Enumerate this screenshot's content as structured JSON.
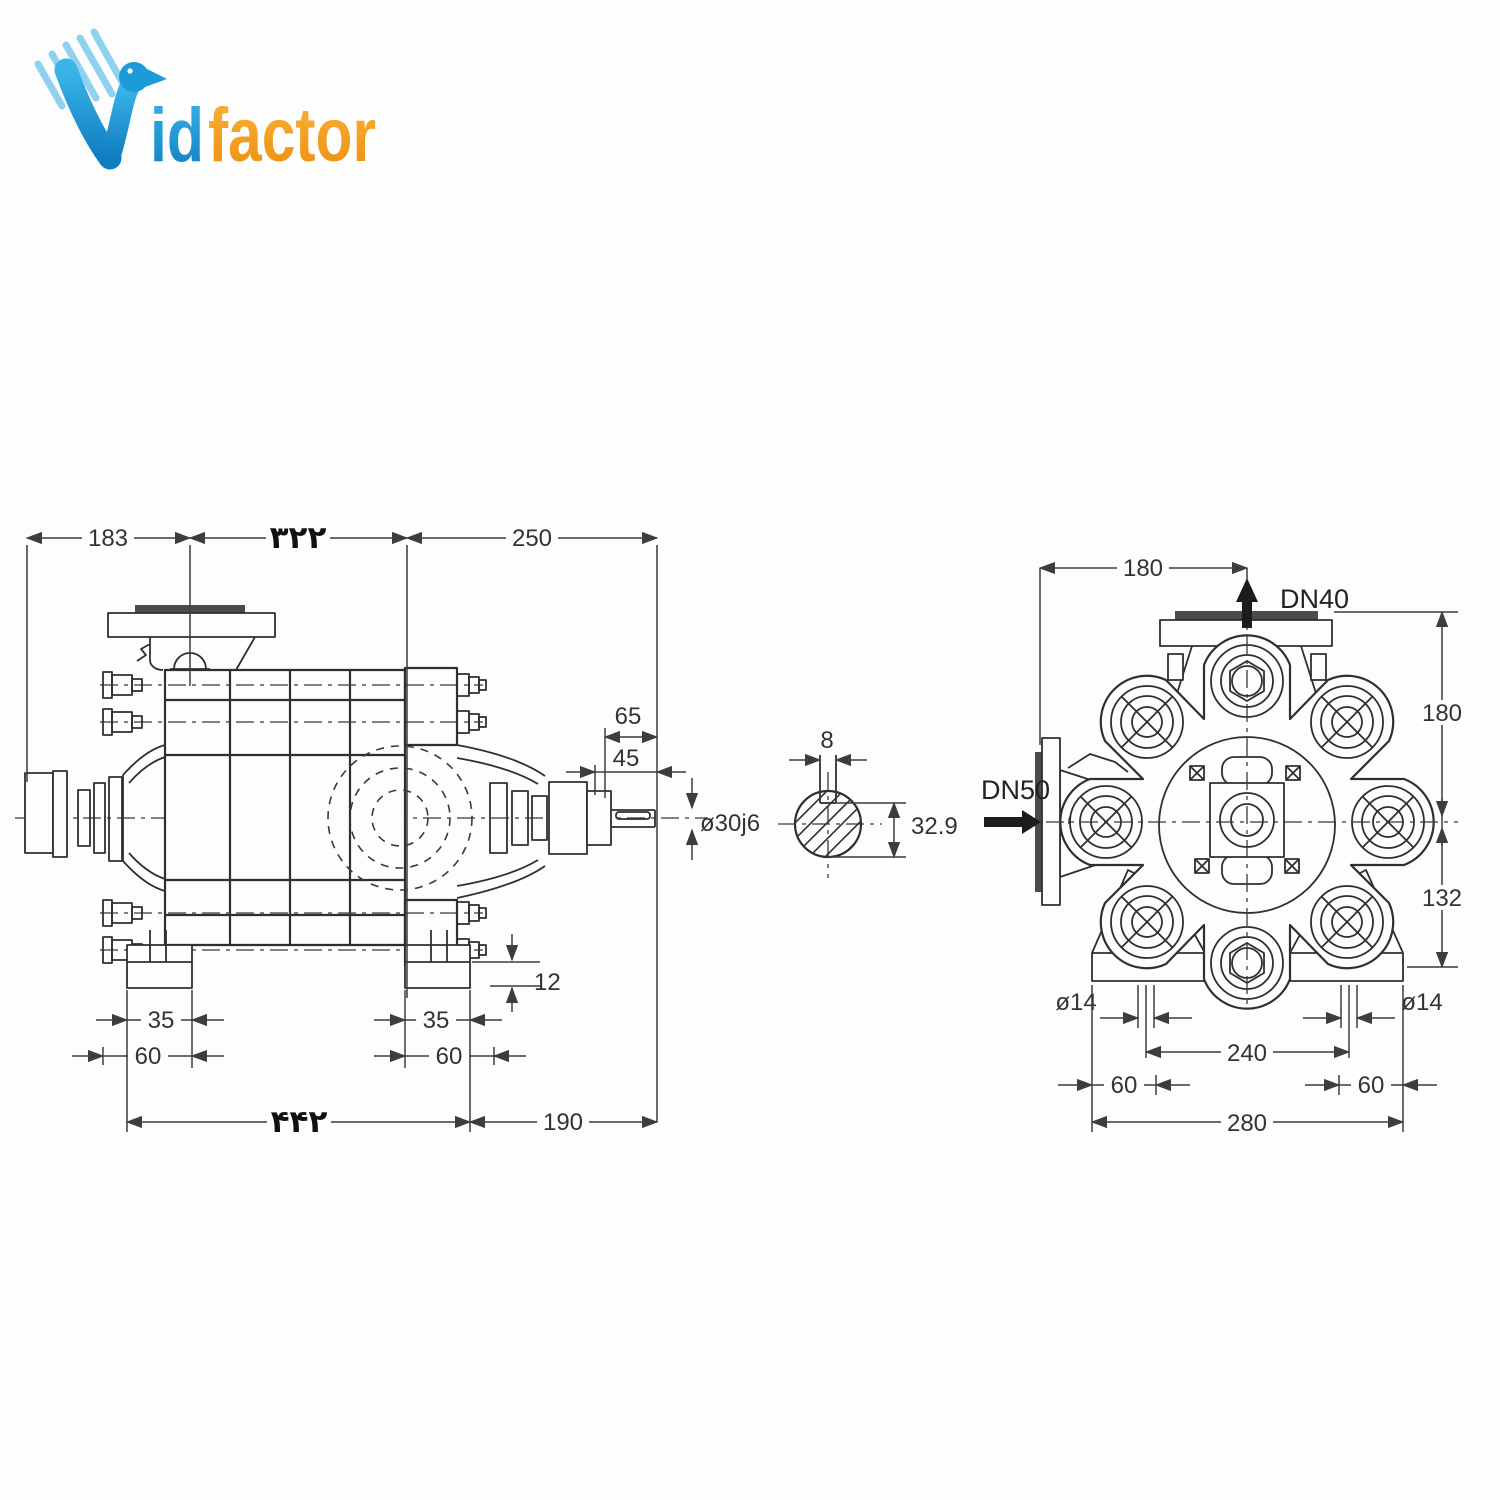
{
  "brand": {
    "wordmark_id": "id",
    "wordmark_factor": "factor"
  },
  "side_view": {
    "dims": {
      "bearing_end": "183",
      "casing_persian": "۳۲۲",
      "drive_end": "250",
      "shaft_ext": "65",
      "shaft_step": "45",
      "shaft_dia": "ø30j6",
      "foot_pad_height": "12",
      "foot_left_35": "35",
      "foot_left_60": "60",
      "foot_right_35": "35",
      "foot_right_60": "60",
      "overall_persian": "۴۴۲",
      "shaft_overhang": "190"
    }
  },
  "shaft_section": {
    "key_width": "8",
    "key_height": "32.9"
  },
  "end_view": {
    "ports": {
      "discharge": "DN40",
      "suction": "DN50"
    },
    "dims": {
      "flange_offset": "180",
      "top_to_axis": "180",
      "axis_to_base": "132",
      "hole_dia_left": "ø14",
      "hole_dia_right": "ø14",
      "bolt_centers": "240",
      "foot_left": "60",
      "foot_right": "60",
      "base_width": "280"
    }
  },
  "colors": {
    "line": "#2f2f2f",
    "dim": "#3d3d3d",
    "logo_blue": "#1b9cd8",
    "logo_orange": "#f4a11c",
    "logo_streak": "#8fd2f0"
  }
}
